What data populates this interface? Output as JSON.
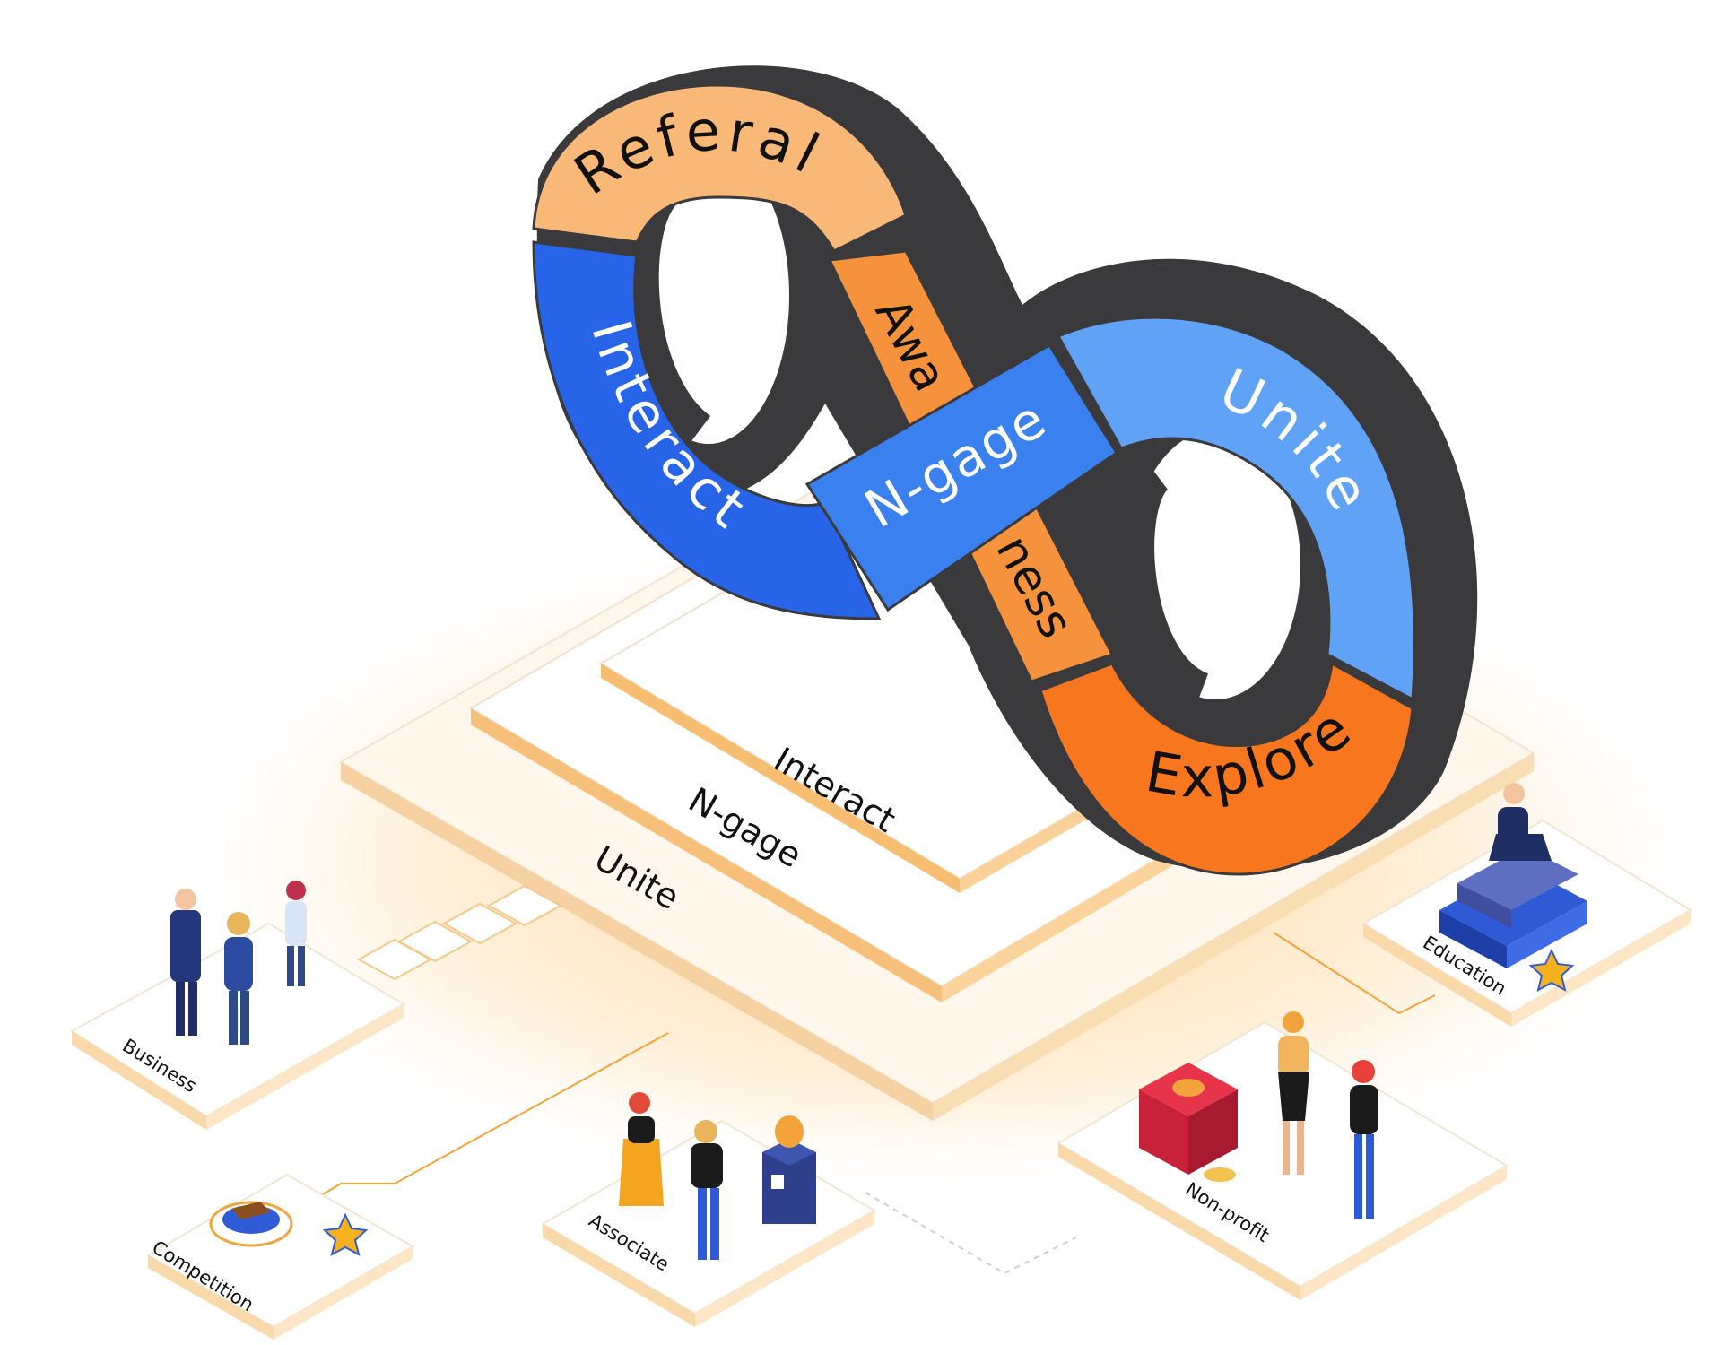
{
  "infinity": {
    "segments": {
      "referal": "Referal",
      "interact": "Interact",
      "awareness_top": "Awa",
      "awareness_bottom": "ness",
      "ngage": "N-gage",
      "unite": "Unite",
      "explore": "Explore"
    }
  },
  "platform": {
    "layers": [
      "Interact",
      "N-gage",
      "Unite"
    ]
  },
  "tiles": {
    "business": "Business",
    "competition": "Competition",
    "associate": "Associate",
    "non_profit": "Non-profit",
    "education": "Education"
  },
  "colors": {
    "peach": "#F8B878",
    "dark_blue": "#2864E8",
    "light_blue": "#5FA2F6",
    "mid_blue": "#3A80EE",
    "orange": "#F7761E",
    "awareness_orange": "#F5923B",
    "ring_dark": "#3A3A3C",
    "glow": "#FFB347",
    "tile_line": "#F2A33A"
  }
}
